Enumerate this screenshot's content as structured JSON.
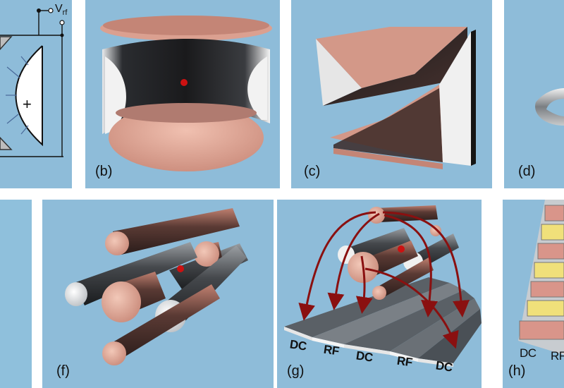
{
  "panels": {
    "a": {
      "vrf": "V",
      "vrf_sub": "rf",
      "plus": "+"
    },
    "b": {
      "label": "(b)"
    },
    "c": {
      "label": "(c)"
    },
    "d": {
      "label": "(d)"
    },
    "f": {
      "label": "(f)"
    },
    "g": {
      "label": "(g)",
      "electrodes": [
        "DC",
        "RF",
        "DC",
        "RF",
        "DC"
      ]
    },
    "h": {
      "label": "(h)",
      "electrodes": [
        "DC",
        "RF"
      ]
    }
  },
  "colors": {
    "background": "#8ebcd9",
    "copper": "#d99a8a",
    "steel": "#5a5e62",
    "ion": "#cc1111",
    "arrow": "#8a1010"
  }
}
